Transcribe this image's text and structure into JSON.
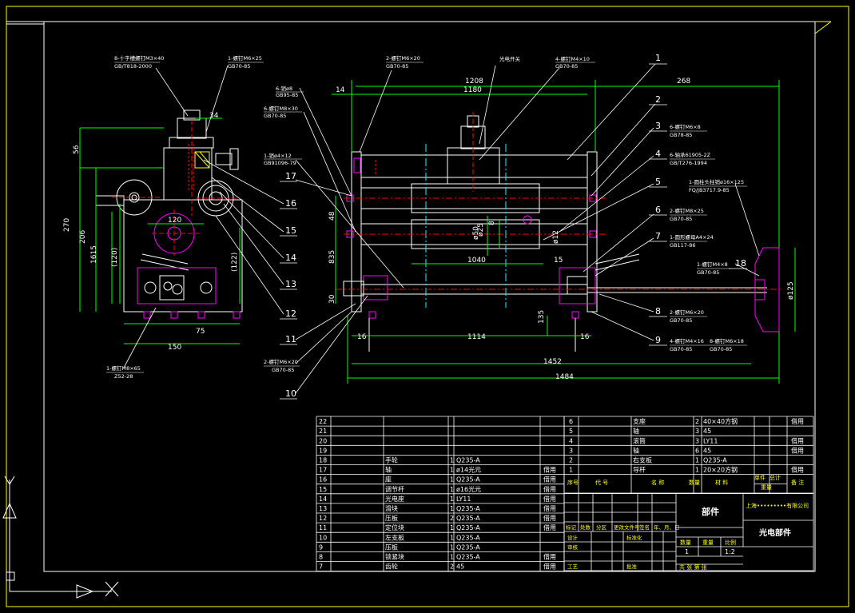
{
  "dims": {
    "d1208": "1208",
    "d1180": "1180",
    "d268": "268",
    "d14": "14",
    "d34": "34",
    "d56": "56",
    "d270": "270",
    "d206": "206",
    "d1615": "1615",
    "d120p": "(120)",
    "d122p": "(122)",
    "d120": "120",
    "d75": "75",
    "d150": "150",
    "d48": "48",
    "d835": "835",
    "d30": "30",
    "d25": "ø25",
    "d8": "8",
    "d50": "ø50",
    "d12": "ø12",
    "d1040": "1040",
    "d15": "15",
    "d135": "135",
    "d16a": "16",
    "d1114": "1114",
    "d16b": "16",
    "d1452": "1452",
    "d1484": "1484",
    "d125": "ø125"
  },
  "callouts": {
    "c1": "1",
    "c2": "2",
    "c3": "3",
    "c4": "4",
    "c5": "5",
    "c6": "6",
    "c7": "7",
    "c8": "8",
    "c9": "9",
    "c10": "10",
    "c11": "11",
    "c12": "12",
    "c13": "13",
    "c14": "14",
    "c15": "15",
    "c16": "16",
    "c17": "17",
    "c18": "18"
  },
  "notes": {
    "n_a1": "8-十字槽螺钉M3×40",
    "n_a2": "GB/T818-2000",
    "n_b1": "1-螺钉M6×25",
    "n_b2": "GB70-85",
    "n_c1": "2-螺钉M6×20",
    "n_c2": "GB70-85",
    "n_d1": "光电开关",
    "n_e1": "4-螺钉M4×10",
    "n_e2": "GB70-85",
    "n_f1": "6-销ø8",
    "n_f2": "GB95-85",
    "n_g1": "6-螺钉M8×30",
    "n_g2": "GB70-85",
    "n_h1": "1-销ø4×12",
    "n_h2": "GB91096-79",
    "n_i1": "6-螺钉M6×8",
    "n_i2": "GB78-85",
    "n_j1": "6-轴承61905-2Z",
    "n_j2": "GB/T276-1994",
    "n_k1": "1-圆柱头柱销ø16×125",
    "n_k2": "FQ/JB3717.9-85",
    "n_l1": "2-螺钉M8×25",
    "n_l2": "GB70-85",
    "n_m1": "1-圆形螺母A4×24",
    "n_m2": "GB117-86",
    "n_n1": "1-螺钉M4×8",
    "n_n2": "GB70-85",
    "n_o1": "2-螺钉M6×20",
    "n_o2": "GB70-85",
    "n_p1": "4-螺钉M4×16",
    "n_p2": "GB70-85",
    "n_q1": "8-螺钉M6×18",
    "n_q2": "GB70-85",
    "n_r1": "2-螺钉M6×20",
    "n_r2": "GB70-85",
    "n_s1": "1-螺钉M8×65",
    "n_s2": "Z52-28"
  },
  "bom_left": [
    {
      "no": "22",
      "name": "",
      "qty": "",
      "mat": "",
      "note": ""
    },
    {
      "no": "21",
      "name": "",
      "qty": "",
      "mat": "",
      "note": ""
    },
    {
      "no": "20",
      "name": "",
      "qty": "",
      "mat": "",
      "note": ""
    },
    {
      "no": "19",
      "name": "",
      "qty": "",
      "mat": "",
      "note": ""
    },
    {
      "no": "18",
      "name": "手轮",
      "qty": "1",
      "mat": "Q235-A",
      "note": ""
    },
    {
      "no": "17",
      "name": "轴",
      "qty": "1",
      "mat": "ø14光元",
      "note": "借用"
    },
    {
      "no": "16",
      "name": "座",
      "qty": "1",
      "mat": "Q235-A",
      "note": "借用"
    },
    {
      "no": "15",
      "name": "调节杆",
      "qty": "1",
      "mat": "ø16光元",
      "note": "借用"
    },
    {
      "no": "14",
      "name": "光电座",
      "qty": "1",
      "mat": "LY11",
      "note": "借用"
    },
    {
      "no": "13",
      "name": "滑块",
      "qty": "1",
      "mat": "Q235-A",
      "note": "借用"
    },
    {
      "no": "12",
      "name": "压板",
      "qty": "2",
      "mat": "Q235-A",
      "note": "借用"
    },
    {
      "no": "11",
      "name": "定位块",
      "qty": "1",
      "mat": "Q235-A",
      "note": "借用"
    },
    {
      "no": "10",
      "name": "左支板",
      "qty": "1",
      "mat": "Q235-A",
      "note": ""
    },
    {
      "no": "9",
      "name": "压板",
      "qty": "1",
      "mat": "Q235-A",
      "note": ""
    },
    {
      "no": "8",
      "name": "锁紧块",
      "qty": "1",
      "mat": "Q235-A",
      "note": "借用"
    },
    {
      "no": "7",
      "name": "齿轮",
      "qty": "2",
      "mat": "45",
      "note": "借用"
    }
  ],
  "bom_right": [
    {
      "no": "6",
      "name": "支座",
      "qty": "2",
      "mat": "40×40方钢",
      "note": "借用"
    },
    {
      "no": "5",
      "name": "轴",
      "qty": "3",
      "mat": "45",
      "note": ""
    },
    {
      "no": "4",
      "name": "滚筒",
      "qty": "3",
      "mat": "LY11",
      "note": "借用"
    },
    {
      "no": "3",
      "name": "轴",
      "qty": "6",
      "mat": "45",
      "note": "借用"
    },
    {
      "no": "2",
      "name": "右支板",
      "qty": "1",
      "mat": "Q235-A",
      "note": ""
    },
    {
      "no": "1",
      "name": "导杆",
      "qty": "1",
      "mat": "20×20方钢",
      "note": "借用"
    }
  ],
  "bom_header": {
    "seq": "序号",
    "code": "代  号",
    "name": "名  称",
    "qty": "数量",
    "mat": "材  料",
    "unit": "单件",
    "total": "总计",
    "weight": "重量",
    "remark": "备  注"
  },
  "title_block": {
    "part_type": "部件",
    "company": "上海•••••••••有限公司",
    "drawing_name": "光电部件",
    "qty_label": "数量",
    "weight_label": "重量",
    "scale_label": "比例",
    "qty_value": "1",
    "scale_value": "1:2",
    "sheet_text": "共    张    第    张",
    "sign_labels": [
      "标记",
      "处数",
      "分区",
      "更改文件号",
      "签名",
      "年、月、日"
    ],
    "role_design": "设计",
    "role_std": "标准化",
    "role_check": "审核",
    "role_craft": "工艺",
    "role_approve": "批准"
  },
  "colors": {
    "bg": "#000000",
    "frame": "#ffff00",
    "outline": "#ffffff",
    "dim": "#00ff00",
    "center": "#00ffff",
    "hidden": "#ff0000",
    "part": "#ff00ff",
    "text": "#ffffff",
    "bom": "#ffffff"
  }
}
